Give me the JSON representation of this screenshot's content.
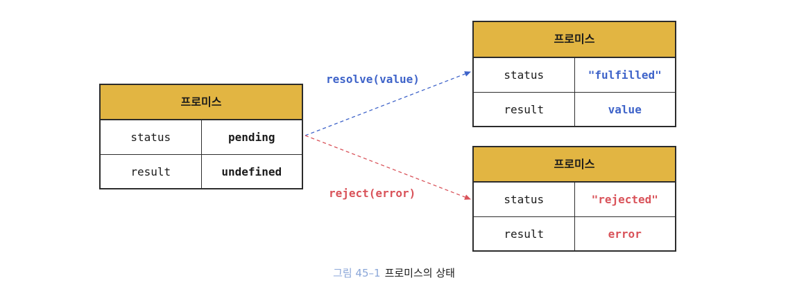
{
  "initial": {
    "title": "프로미스",
    "rows": [
      {
        "key": "status",
        "value": "pending"
      },
      {
        "key": "result",
        "value": "undefined"
      }
    ]
  },
  "fulfilled": {
    "title": "프로미스",
    "rows": [
      {
        "key": "status",
        "value": "\"fulfilled\""
      },
      {
        "key": "result",
        "value": "value"
      }
    ]
  },
  "rejected": {
    "title": "프로미스",
    "rows": [
      {
        "key": "status",
        "value": "\"rejected\""
      },
      {
        "key": "result",
        "value": "error"
      }
    ]
  },
  "transitions": {
    "resolve": "resolve(value)",
    "reject": "reject(error)"
  },
  "caption": {
    "figure": "그림 45–1",
    "text": "프로미스의 상태"
  },
  "colors": {
    "header": "#e2b542",
    "resolve": "#3e63c9",
    "reject": "#d9535a",
    "caption_number": "#8aa6d8"
  }
}
